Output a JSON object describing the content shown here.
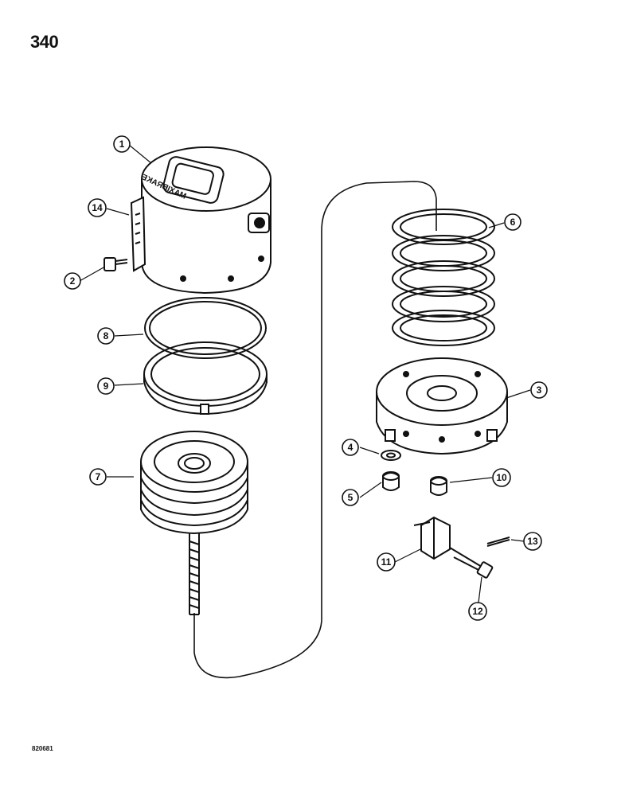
{
  "page": {
    "page_number": "340",
    "figure_code": "820681"
  },
  "parts": {
    "cover_label": "MAXIBRAKE",
    "callouts": [
      {
        "id": "callout-1",
        "label": "1"
      },
      {
        "id": "callout-2",
        "label": "2"
      },
      {
        "id": "callout-3",
        "label": "3"
      },
      {
        "id": "callout-4",
        "label": "4"
      },
      {
        "id": "callout-5",
        "label": "5"
      },
      {
        "id": "callout-6",
        "label": "6"
      },
      {
        "id": "callout-7",
        "label": "7"
      },
      {
        "id": "callout-8",
        "label": "8"
      },
      {
        "id": "callout-9",
        "label": "9"
      },
      {
        "id": "callout-10",
        "label": "10"
      },
      {
        "id": "callout-11",
        "label": "11"
      },
      {
        "id": "callout-12",
        "label": "12"
      },
      {
        "id": "callout-13",
        "label": "13"
      },
      {
        "id": "callout-14",
        "label": "14"
      }
    ]
  }
}
